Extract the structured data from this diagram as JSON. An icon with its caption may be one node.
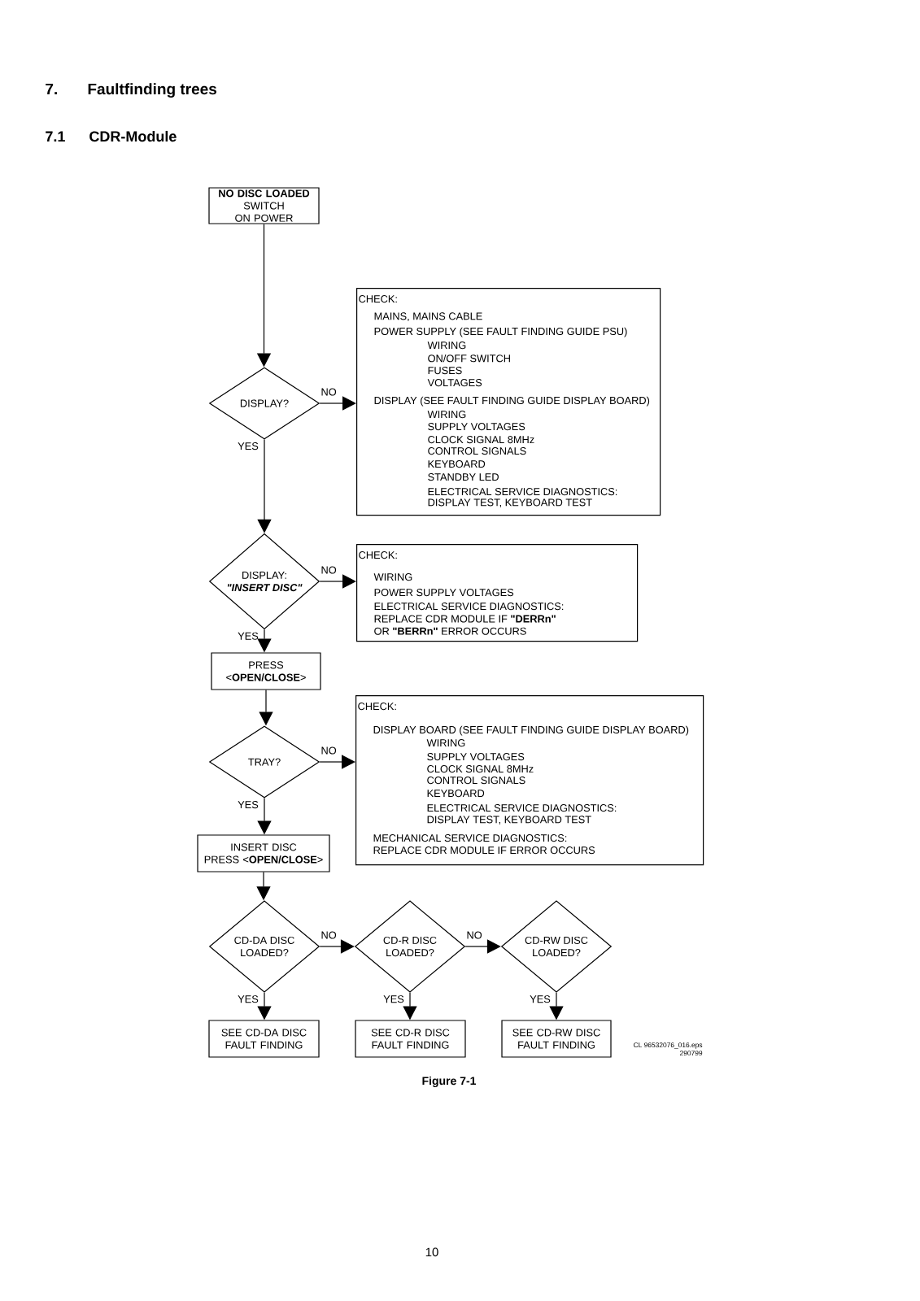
{
  "diagram": {
    "title": "Faultfinding trees",
    "caption": "Figure 7-1",
    "nodes": [
      {
        "text": [
          "NO DISC LOADED",
          "SWITCH ON POWER"
        ]
      },
      {
        "text": [
          "DISPLAY?"
        ]
      },
      {
        "text": [
          "CHECK:",
          "MAINS, MAINS CABLE",
          "POWER SUPPLY (SEE FAULT FINDING GUIDE PSU)",
          "WIRING",
          "ON/OFF SWITCH",
          "FUSES",
          "VOLTAGES",
          "DISPLAY (SEE FAULT FINDING GUIDE DISPLAY BOARD)",
          "WIRING",
          "SUPPLY VOLTAGES",
          "CLOCK SIGNAL 8MHz",
          "CONTROL SIGNALS",
          "KEYBOARD",
          "STANDBY LED",
          "ELECTRICAL SERVICE DIAGNOSTICS:",
          "DISPLAY TEST, KEYBOARD TEST"
        ]
      },
      {
        "text": [
          "DISPLAY:",
          "\"INSERT DISC\""
        ]
      },
      {
        "text": [
          "CHECK:",
          "WIRING",
          "POWER SUPPLY VOLTAGES",
          "ELECTRICAL SERVICE DIAGNOSTICS:",
          "REPLACE CDR MODULE IF **\"DERRn\"** OR **\"BERRn\"** ERROR OCCURS"
        ]
      },
      {
        "text": [
          "PRESS <**OPEN/CLOSE**>"
        ]
      },
      {
        "text": [
          "TRAY?"
        ]
      },
      {
        "text": [
          "CHECK:",
          "DISPLAY BOARD (SEE FAULT FINDING GUIDE DISPLAY BOARD)",
          "WIRING",
          "SUPPLY VOLTAGES",
          "CLOCK SIGNAL 8MHz",
          "CONTROL SIGNALS",
          "KEYBOARD",
          "ELECTRICAL SERVICE DIAGNOSTICS:",
          "DISPLAY TEST, KEYBOARD TEST",
          "MECHANICAL SERVICE DIAGNOSTICS:",
          "REPLACE CDR MODULE IF ERROR OCCURS"
        ]
      },
      {
        "text": [
          "INSERT DISC",
          "PRESS <**OPEN/CLOSE**>"
        ]
      },
      {
        "text": [
          "CD-DA DISC LOADED?"
        ]
      },
      {
        "text": [
          "CD-R DISC LOADED?"
        ]
      },
      {
        "text": [
          "CD-RW DISC LOADED?"
        ]
      },
      {
        "text": [
          "SEE CD-DA DISC FAULT FINDING"
        ]
      },
      {
        "text": [
          "SEE CD-R DISC FAULT FINDING"
        ]
      },
      {
        "text": [
          "SEE CD-RW DISC FAULT FINDING"
        ]
      }
    ],
    "edges": [
      {
        "from": 0,
        "to": 1,
        "arrow": "to"
      },
      {
        "from": 1,
        "to": 2,
        "arrow": "to",
        "label": "NO"
      },
      {
        "from": 1,
        "to": 3,
        "arrow": "to",
        "label": "YES"
      },
      {
        "from": 3,
        "to": 4,
        "arrow": "to",
        "label": "NO"
      },
      {
        "from": 3,
        "to": 5,
        "arrow": "to",
        "label": "YES"
      },
      {
        "from": 5,
        "to": 6,
        "arrow": "to"
      },
      {
        "from": 6,
        "to": 7,
        "arrow": "to",
        "label": "NO"
      },
      {
        "from": 6,
        "to": 8,
        "arrow": "to",
        "label": "YES"
      },
      {
        "from": 8,
        "to": 9,
        "arrow": "to"
      },
      {
        "from": 9,
        "to": 10,
        "arrow": "to",
        "label": "NO"
      },
      {
        "from": 9,
        "to": 12,
        "arrow": "to",
        "label": "YES"
      },
      {
        "from": 10,
        "to": 11,
        "arrow": "to",
        "label": "NO"
      },
      {
        "from": 10,
        "to": 13,
        "arrow": "to",
        "label": "YES"
      },
      {
        "from": 11,
        "to": 14,
        "arrow": "to",
        "label": "YES"
      }
    ],
    "labels": [
      "7.",
      "7.1",
      "CDR-Module",
      "CL 96532076_016.eps",
      "290799",
      "10"
    ]
  }
}
